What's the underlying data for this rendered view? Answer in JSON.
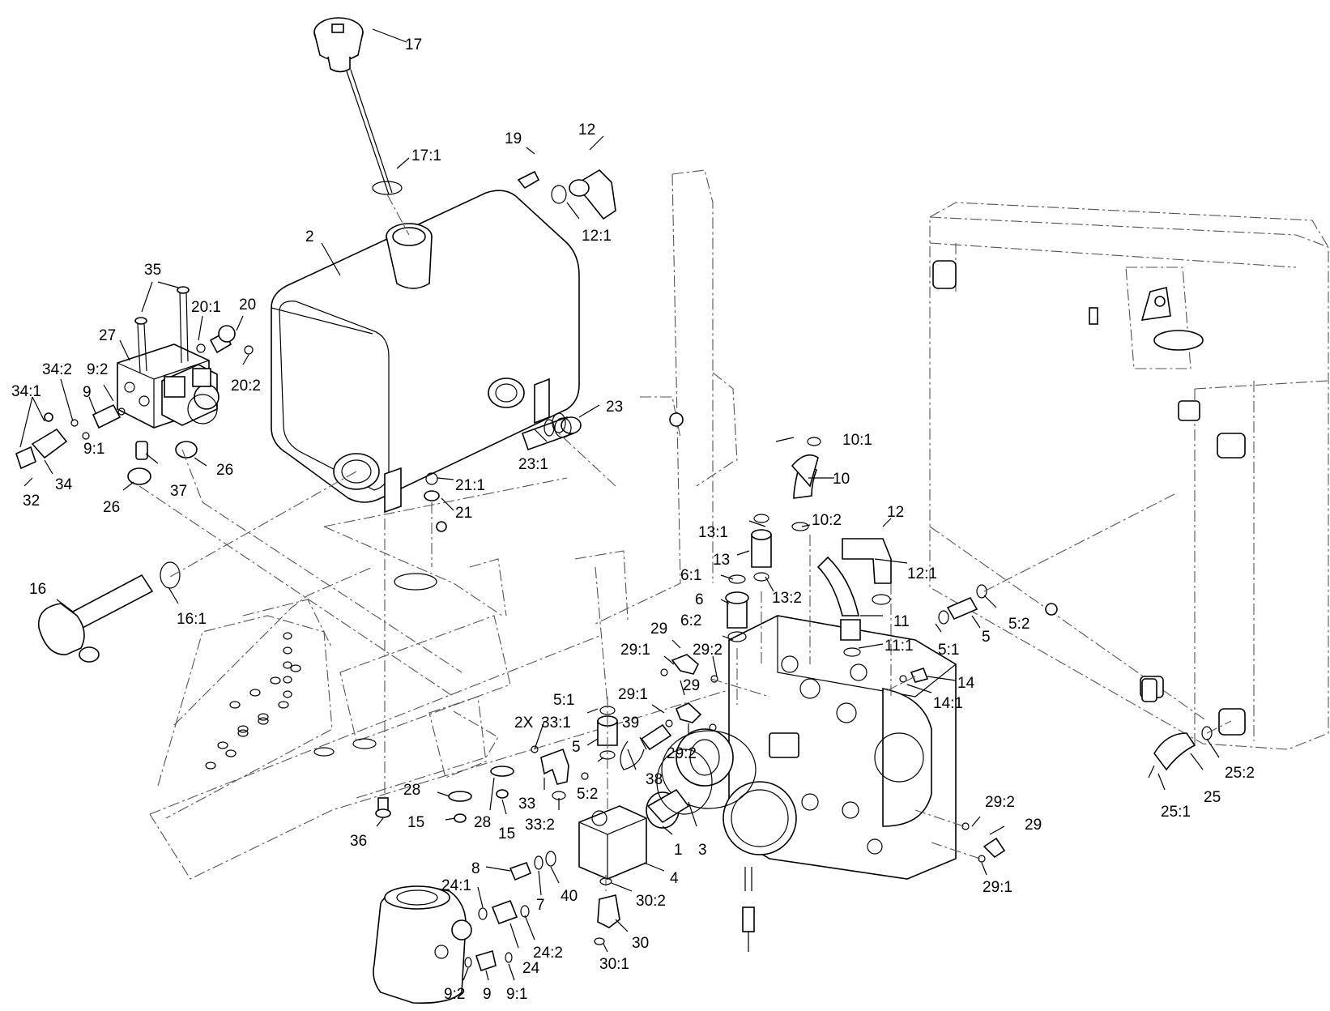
{
  "diagram": {
    "callouts": [
      {
        "id": "c1",
        "text": "1"
      },
      {
        "id": "c2",
        "text": "2"
      },
      {
        "id": "c2x",
        "text": "2X"
      },
      {
        "id": "c3",
        "text": "3"
      },
      {
        "id": "c4",
        "text": "4"
      },
      {
        "id": "c5a",
        "text": "5"
      },
      {
        "id": "c5b",
        "text": "5"
      },
      {
        "id": "c51a",
        "text": "5:1"
      },
      {
        "id": "c51b",
        "text": "5:1"
      },
      {
        "id": "c52a",
        "text": "5:2"
      },
      {
        "id": "c52b",
        "text": "5:2"
      },
      {
        "id": "c6",
        "text": "6"
      },
      {
        "id": "c61",
        "text": "6:1"
      },
      {
        "id": "c62",
        "text": "6:2"
      },
      {
        "id": "c7",
        "text": "7"
      },
      {
        "id": "c8",
        "text": "8"
      },
      {
        "id": "c9a",
        "text": "9"
      },
      {
        "id": "c9b",
        "text": "9"
      },
      {
        "id": "c91a",
        "text": "9:1"
      },
      {
        "id": "c91b",
        "text": "9:1"
      },
      {
        "id": "c92a",
        "text": "9:2"
      },
      {
        "id": "c92b",
        "text": "9:2"
      },
      {
        "id": "c10",
        "text": "10"
      },
      {
        "id": "c101",
        "text": "10:1"
      },
      {
        "id": "c102",
        "text": "10:2"
      },
      {
        "id": "c11",
        "text": "11"
      },
      {
        "id": "c111",
        "text": "11:1"
      },
      {
        "id": "c12a",
        "text": "12"
      },
      {
        "id": "c12b",
        "text": "12"
      },
      {
        "id": "c121a",
        "text": "12:1"
      },
      {
        "id": "c121b",
        "text": "12:1"
      },
      {
        "id": "c13",
        "text": "13"
      },
      {
        "id": "c131",
        "text": "13:1"
      },
      {
        "id": "c132",
        "text": "13:2"
      },
      {
        "id": "c14",
        "text": "14"
      },
      {
        "id": "c141",
        "text": "14:1"
      },
      {
        "id": "c15a",
        "text": "15"
      },
      {
        "id": "c15b",
        "text": "15"
      },
      {
        "id": "c16",
        "text": "16"
      },
      {
        "id": "c161",
        "text": "16:1"
      },
      {
        "id": "c17",
        "text": "17"
      },
      {
        "id": "c171",
        "text": "17:1"
      },
      {
        "id": "c19",
        "text": "19"
      },
      {
        "id": "c20",
        "text": "20"
      },
      {
        "id": "c201",
        "text": "20:1"
      },
      {
        "id": "c202",
        "text": "20:2"
      },
      {
        "id": "c21",
        "text": "21"
      },
      {
        "id": "c211",
        "text": "21:1"
      },
      {
        "id": "c23",
        "text": "23"
      },
      {
        "id": "c231",
        "text": "23:1"
      },
      {
        "id": "c24",
        "text": "24"
      },
      {
        "id": "c241",
        "text": "24:1"
      },
      {
        "id": "c242",
        "text": "24:2"
      },
      {
        "id": "c25",
        "text": "25"
      },
      {
        "id": "c251",
        "text": "25:1"
      },
      {
        "id": "c252",
        "text": "25:2"
      },
      {
        "id": "c26a",
        "text": "26"
      },
      {
        "id": "c26b",
        "text": "26"
      },
      {
        "id": "c27",
        "text": "27"
      },
      {
        "id": "c28a",
        "text": "28"
      },
      {
        "id": "c28b",
        "text": "28"
      },
      {
        "id": "c29a",
        "text": "29"
      },
      {
        "id": "c29b",
        "text": "29"
      },
      {
        "id": "c29c",
        "text": "29"
      },
      {
        "id": "c291a",
        "text": "29:1"
      },
      {
        "id": "c291b",
        "text": "29:1"
      },
      {
        "id": "c291c",
        "text": "29:1"
      },
      {
        "id": "c292a",
        "text": "29:2"
      },
      {
        "id": "c292b",
        "text": "29:2"
      },
      {
        "id": "c292c",
        "text": "29:2"
      },
      {
        "id": "c30",
        "text": "30"
      },
      {
        "id": "c301",
        "text": "30:1"
      },
      {
        "id": "c302",
        "text": "30:2"
      },
      {
        "id": "c32",
        "text": "32"
      },
      {
        "id": "c33",
        "text": "33"
      },
      {
        "id": "c331",
        "text": "33:1"
      },
      {
        "id": "c332",
        "text": "33:2"
      },
      {
        "id": "c34",
        "text": "34"
      },
      {
        "id": "c341",
        "text": "34:1"
      },
      {
        "id": "c342",
        "text": "34:2"
      },
      {
        "id": "c35",
        "text": "35"
      },
      {
        "id": "c36",
        "text": "36"
      },
      {
        "id": "c37",
        "text": "37"
      },
      {
        "id": "c38",
        "text": "38"
      },
      {
        "id": "c39",
        "text": "39"
      },
      {
        "id": "c40",
        "text": "40"
      }
    ]
  }
}
